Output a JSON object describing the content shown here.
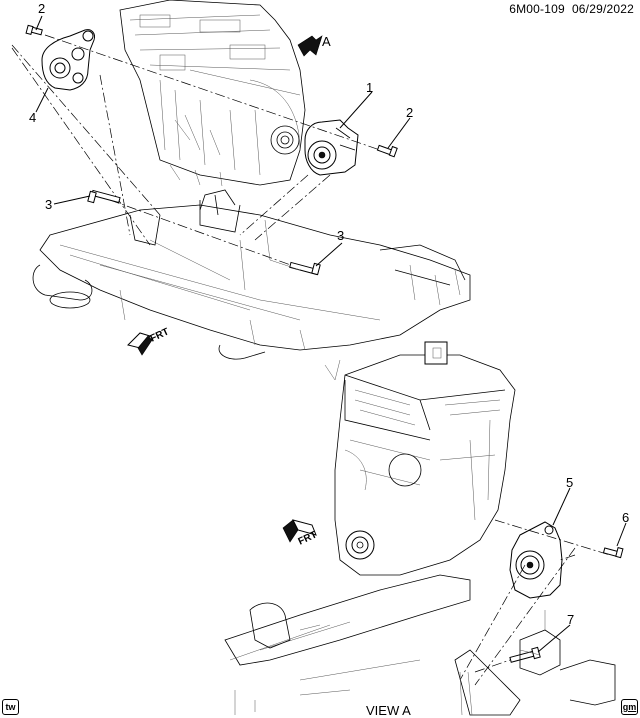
{
  "header": {
    "doc_id": "6M00-109",
    "date": "06/29/2022",
    "text": "6M00-109  06/29/2022"
  },
  "view_label": "VIEW A",
  "view_arrow_letter": "A",
  "front_indicators": [
    {
      "label": "FRT",
      "position": "upper-left"
    },
    {
      "label": "FRT",
      "position": "lower-middle"
    }
  ],
  "callouts": [
    {
      "number": "1",
      "part": "mount-bracket-right"
    },
    {
      "number": "2",
      "part": "bolt-upper-left"
    },
    {
      "number": "2",
      "part": "bolt-upper-right"
    },
    {
      "number": "3",
      "part": "bolt-frame-left"
    },
    {
      "number": "3",
      "part": "bolt-frame-right"
    },
    {
      "number": "4",
      "part": "mount-bracket-left"
    },
    {
      "number": "5",
      "part": "mount-bracket-view-a"
    },
    {
      "number": "6",
      "part": "bolt-view-a"
    },
    {
      "number": "7",
      "part": "bolt-frame-view-a"
    }
  ],
  "badges": {
    "left": "tw",
    "right": "gm"
  },
  "colors": {
    "line": "#000000",
    "background": "#ffffff"
  }
}
